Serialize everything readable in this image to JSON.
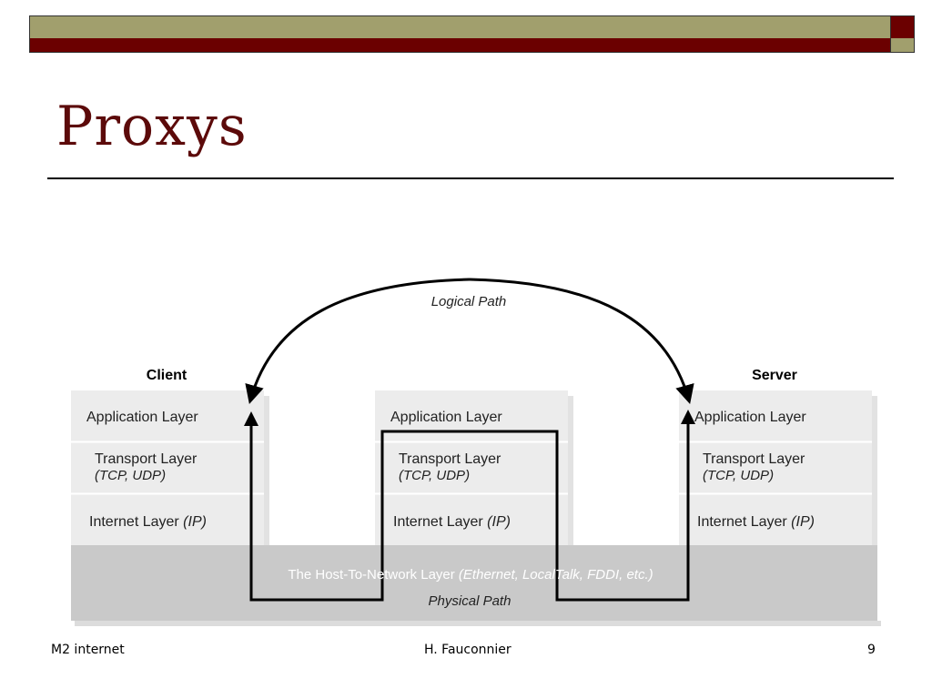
{
  "slide": {
    "title": "Proxys",
    "footer_left": "M2 internet",
    "footer_center": "H. Fauconnier",
    "footer_right": "9"
  },
  "colors": {
    "band_olive": "#a19f6d",
    "band_maroon": "#6b0000",
    "title": "#5c0a0a"
  },
  "diagram": {
    "logical_path_label": "Logical Path",
    "physical_path_label": "Physical Path",
    "host_network_layer": "The Host-To-Network Layer",
    "host_network_layer_detail": " (Ethernet, LocalTalk, FDDI, etc.)",
    "client_label": "Client",
    "server_label": "Server",
    "layers": {
      "application": "Application Layer",
      "transport": "Transport Layer",
      "transport_detail": "(TCP, UDP)",
      "internet": "Internet Layer ",
      "internet_detail": "(IP)"
    }
  }
}
